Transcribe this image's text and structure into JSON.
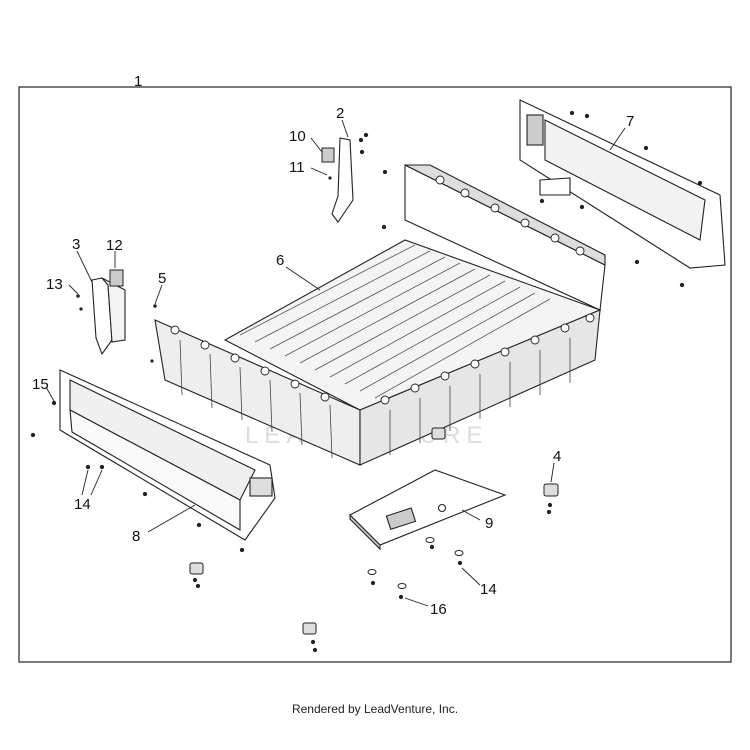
{
  "diagram": {
    "assembly_label": "1",
    "watermark": "LEADVENTURE",
    "callouts": {
      "c1": "1",
      "c2": "2",
      "c3": "3",
      "c4": "4",
      "c5": "5",
      "c6": "6",
      "c7": "7",
      "c8": "8",
      "c9": "9",
      "c10": "10",
      "c11": "11",
      "c12": "12",
      "c13": "13",
      "c14a": "14",
      "c14b": "14",
      "c15": "15",
      "c16": "16"
    }
  },
  "footer": {
    "text": "Rendered by LeadVenture, Inc."
  }
}
